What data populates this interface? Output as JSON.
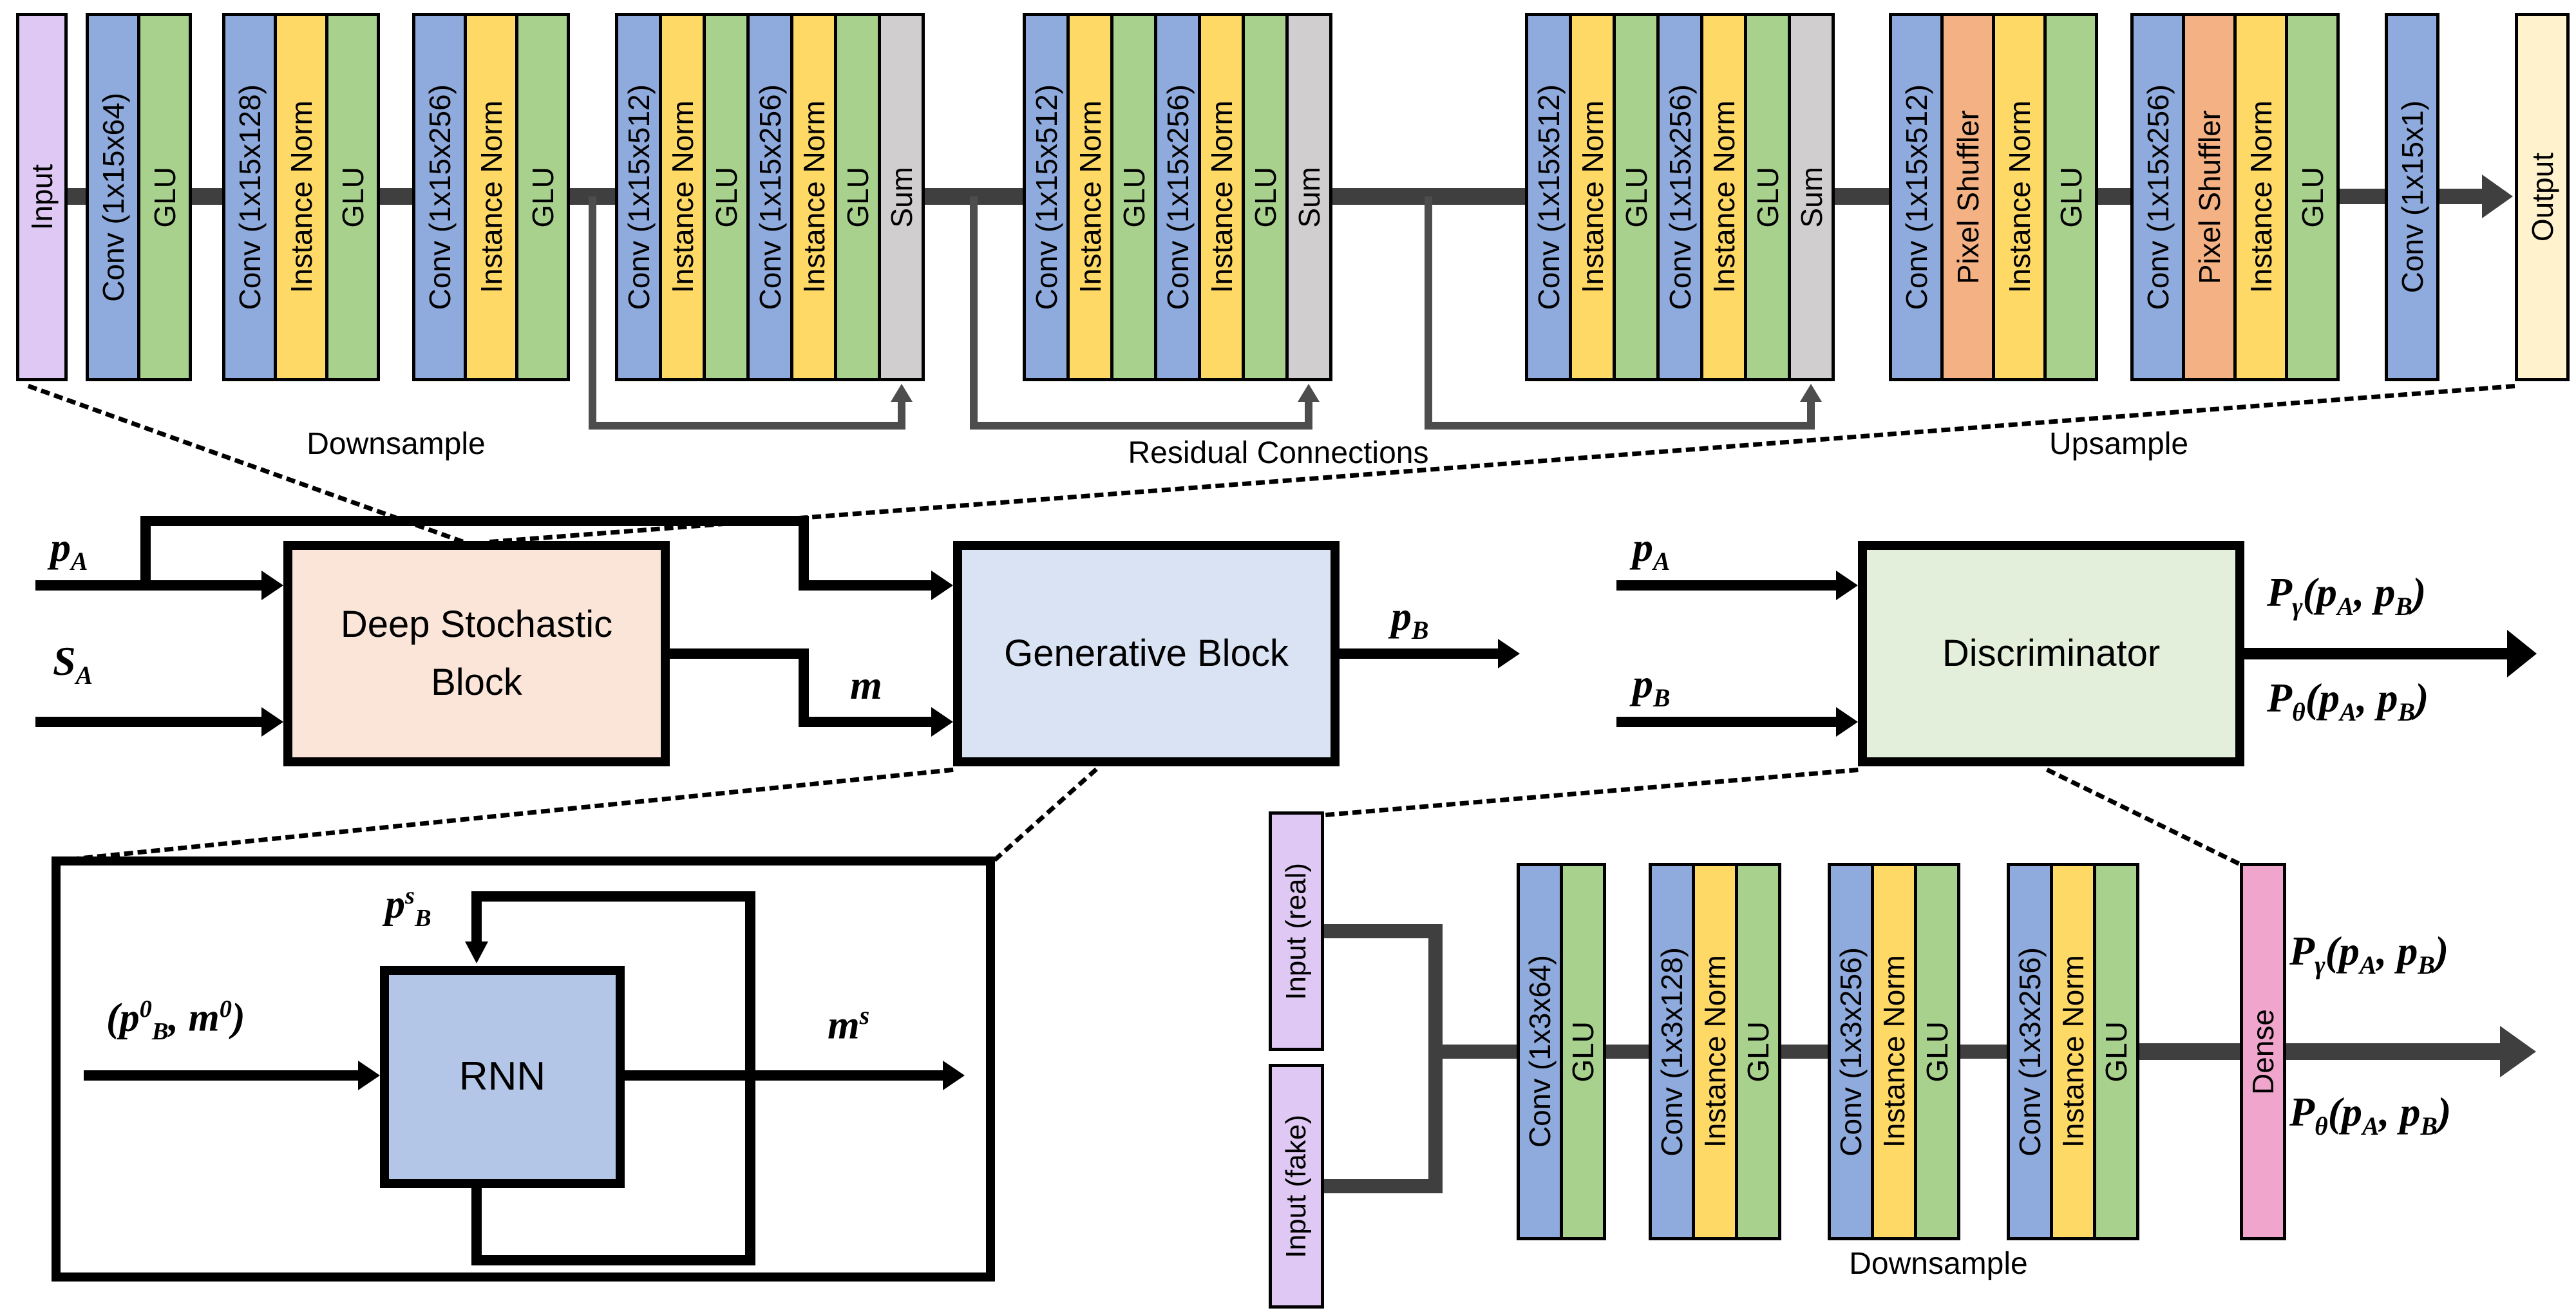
{
  "palette": {
    "blue": "#8FAADC",
    "yellow": "#FFD966",
    "green": "#A9D18E",
    "orange": "#F4B183",
    "gray": "#D0CECE",
    "lavender": "#DFC8F3",
    "cream": "#FFF2CC",
    "pink": "#F0A5CC",
    "dsb_fill": "#FBE5D8",
    "gb_fill": "#DAE3F3",
    "rnn_fill": "#B3C6E7",
    "disc_fill": "#E3EFDA",
    "connector": "#3F3F3F",
    "skip": "#4D4D4D",
    "line": "#000000"
  },
  "generator_detail": {
    "groups": [
      {
        "name": "input",
        "bars": [
          {
            "label": "Input",
            "color": "lavender"
          }
        ]
      },
      {
        "name": "down-1",
        "bars": [
          {
            "label": "Conv (1x15x64)",
            "color": "blue"
          },
          {
            "label": "GLU",
            "color": "green"
          }
        ]
      },
      {
        "name": "down-2",
        "bars": [
          {
            "label": "Conv (1x15x128)",
            "color": "blue"
          },
          {
            "label": "Instance Norm",
            "color": "yellow"
          },
          {
            "label": "GLU",
            "color": "green"
          }
        ]
      },
      {
        "name": "down-3",
        "bars": [
          {
            "label": "Conv (1x15x256)",
            "color": "blue"
          },
          {
            "label": "Instance Norm",
            "color": "yellow"
          },
          {
            "label": "GLU",
            "color": "green"
          }
        ]
      },
      {
        "name": "residual-1",
        "bars": [
          {
            "label": "Conv (1x15x512)",
            "color": "blue"
          },
          {
            "label": "Instance Norm",
            "color": "yellow"
          },
          {
            "label": "GLU",
            "color": "green"
          },
          {
            "label": "Conv (1x15x256)",
            "color": "blue"
          },
          {
            "label": "Instance Norm",
            "color": "yellow"
          },
          {
            "label": "GLU",
            "color": "green"
          },
          {
            "label": "Sum",
            "color": "gray"
          }
        ]
      },
      {
        "name": "residual-2",
        "bars": [
          {
            "label": "Conv (1x15x512)",
            "color": "blue"
          },
          {
            "label": "Instance Norm",
            "color": "yellow"
          },
          {
            "label": "GLU",
            "color": "green"
          },
          {
            "label": "Conv (1x15x256)",
            "color": "blue"
          },
          {
            "label": "Instance Norm",
            "color": "yellow"
          },
          {
            "label": "GLU",
            "color": "green"
          },
          {
            "label": "Sum",
            "color": "gray"
          }
        ]
      },
      {
        "name": "residual-3",
        "bars": [
          {
            "label": "Conv (1x15x512)",
            "color": "blue"
          },
          {
            "label": "Instance Norm",
            "color": "yellow"
          },
          {
            "label": "GLU",
            "color": "green"
          },
          {
            "label": "Conv (1x15x256)",
            "color": "blue"
          },
          {
            "label": "Instance Norm",
            "color": "yellow"
          },
          {
            "label": "GLU",
            "color": "green"
          },
          {
            "label": "Sum",
            "color": "gray"
          }
        ]
      },
      {
        "name": "up-1",
        "bars": [
          {
            "label": "Conv (1x15x512)",
            "color": "blue"
          },
          {
            "label": "Pixel Shuffler",
            "color": "orange"
          },
          {
            "label": "Instance Norm",
            "color": "yellow"
          },
          {
            "label": "GLU",
            "color": "green"
          }
        ]
      },
      {
        "name": "up-2",
        "bars": [
          {
            "label": "Conv (1x15x256)",
            "color": "blue"
          },
          {
            "label": "Pixel Shuffler",
            "color": "orange"
          },
          {
            "label": "Instance Norm",
            "color": "yellow"
          },
          {
            "label": "GLU",
            "color": "green"
          }
        ]
      },
      {
        "name": "final-conv",
        "bars": [
          {
            "label": "Conv (1x15x1)",
            "color": "blue"
          }
        ]
      },
      {
        "name": "output",
        "bars": [
          {
            "label": "Output",
            "color": "cream"
          }
        ]
      }
    ],
    "downsample_label": "Downsample",
    "residual_label": "Residual Connections",
    "upsample_label": "Upsample"
  },
  "pipeline": {
    "dsb_title": "Deep Stochastic Block",
    "gb_title": "Generative Block",
    "disc_title": "Discriminator",
    "in_pA": "p_{A}",
    "in_SA": "S_{A}",
    "mid_m": "m",
    "out_pB": "p_{B}",
    "disc_in_pA": "p_{A}",
    "disc_in_pB": "p_{B}",
    "disc_out_top": "P_{γ}(p_{A}, p_{B})",
    "disc_out_bottom": "P_{θ}(p_{A}, p_{B})"
  },
  "rnn_detail": {
    "input": "(p^{0}_{B}, m^{0})",
    "state": "p^{s}_{B}",
    "block": "RNN",
    "output": "m^{s}"
  },
  "disc_detail": {
    "input_real": "Input (real)",
    "input_fake": "Input (fake)",
    "groups": [
      {
        "name": "d-down-1",
        "bars": [
          {
            "label": "Conv (1x3x64)",
            "color": "blue"
          },
          {
            "label": "GLU",
            "color": "green"
          }
        ]
      },
      {
        "name": "d-down-2",
        "bars": [
          {
            "label": "Conv (1x3x128)",
            "color": "blue"
          },
          {
            "label": "Instance Norm",
            "color": "yellow"
          },
          {
            "label": "GLU",
            "color": "green"
          }
        ]
      },
      {
        "name": "d-down-3",
        "bars": [
          {
            "label": "Conv (1x3x256)",
            "color": "blue"
          },
          {
            "label": "Instance Norm",
            "color": "yellow"
          },
          {
            "label": "GLU",
            "color": "green"
          }
        ]
      },
      {
        "name": "d-down-4",
        "bars": [
          {
            "label": "Conv (1x3x256)",
            "color": "blue"
          },
          {
            "label": "Instance Norm",
            "color": "yellow"
          },
          {
            "label": "GLU",
            "color": "green"
          }
        ]
      }
    ],
    "dense": "Dense",
    "out_top": "P_{γ}(p_{A}, p_{B})",
    "out_bottom": "P_{θ}(p_{A}, p_{B})",
    "downsample_label": "Downsample"
  }
}
